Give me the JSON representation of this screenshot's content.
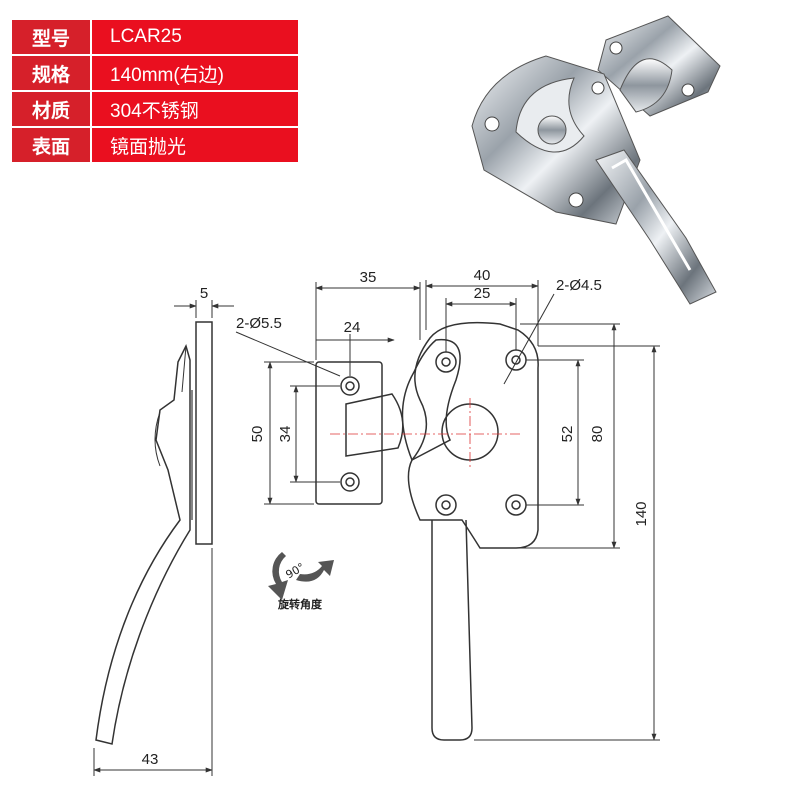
{
  "spec_table": [
    {
      "key": "型号",
      "value": "LCAR25"
    },
    {
      "key": "规格",
      "value": "140mm(右边)"
    },
    {
      "key": "材质",
      "value": "304不锈钢"
    },
    {
      "key": "表面",
      "value": "镜面抛光"
    }
  ],
  "dimensions": {
    "side_thickness": "5",
    "side_depth": "43",
    "keeper_width": "35",
    "keeper_hole_spacing": "24",
    "keeper_hole_spec": "2-Ø5.5",
    "keeper_height": "50",
    "keeper_hole_vertical": "34",
    "plate_width": "40",
    "plate_hole_spacing": "25",
    "plate_hole_spec": "2-Ø4.5",
    "plate_hole_vertical": "52",
    "plate_height": "80",
    "total_length": "140"
  },
  "rotation": {
    "angle": "90°",
    "caption": "旋转角度"
  },
  "colors": {
    "table_key_bg": "#d6202a",
    "table_value_bg": "#ea0f1f",
    "line": "#333333"
  }
}
